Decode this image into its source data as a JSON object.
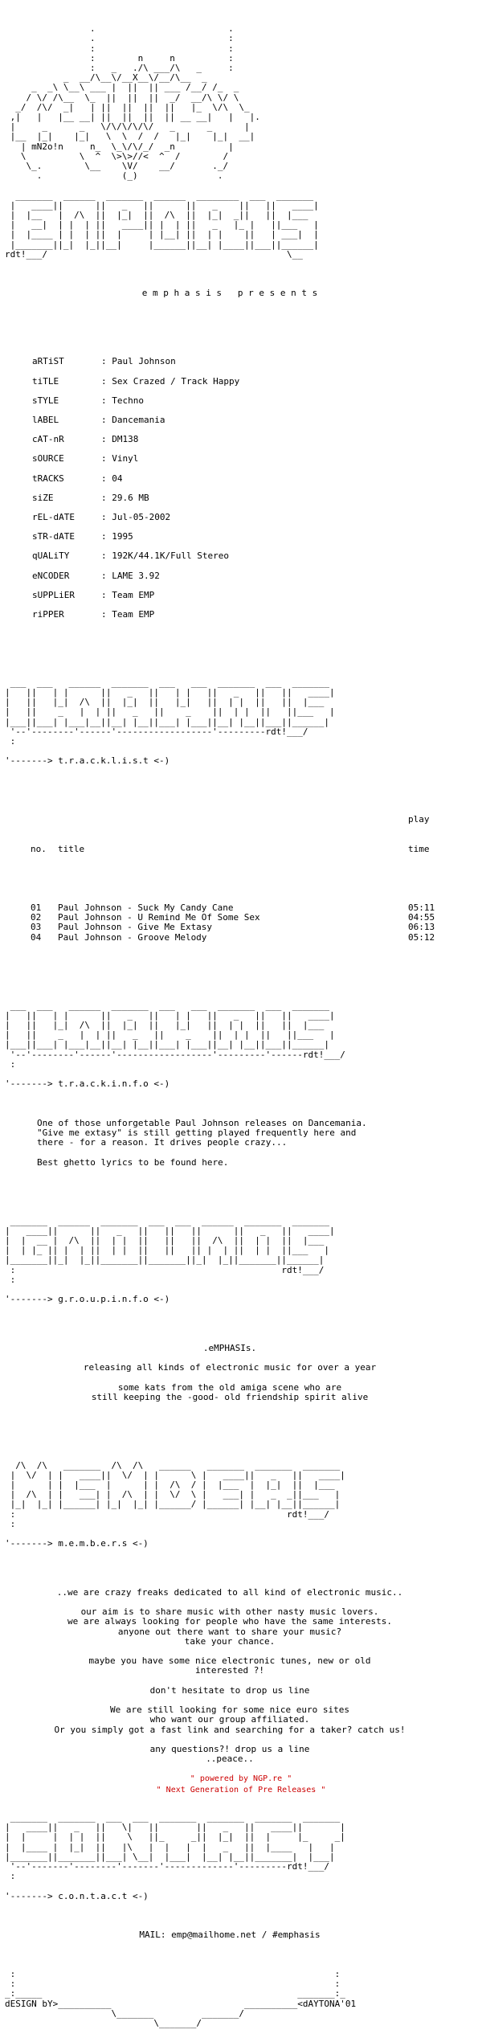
{
  "logo_art": "                .                         .\n                .                         :\n                :                         :\n                :        n     n          :\n                :   _   ./\\ ___/\\   _     :\n           _  __/\\__\\/__X__\\/__/\\__  _\n     _  _\\ \\__\\ ___ |  ||  || ___ /__/ /_  _\n    / \\/ /\\__  \\_  ||  ||  ||  _/  __/\\ \\/ \\\n  _/  /\\/  _|   | ||  ||  ||  ||   |_  \\/\\  \\_\n ,|   |   |__ __| ||  ||  ||  || __ __|   |   |.\n |     _      _   \\/\\/\\/\\/\\/   _      _      |\n |__  |_|    |_|   \\  \\  /  /   |_|    |_|  __|\n   | mN2o!n     n_  \\_\\/\\/_/  _n          |\n   \\          \\  ^  \\>\\>//<  ^  /        /\n    \\_.        \\__    \\V/    __/       ._/\n      .               (_)               .",
  "title_art": "  _______  ______  _______  ______  ________  ___  _______\n |   ____||      ||   _   ||      ||   _    ||   ||   ____|\n |  |__   |  /\\  ||  |_|  ||  /\\  ||  |_|  _||   ||  |___\n |   __|  | |  | ||   ____|| |  | ||   _   |_ |   ||___   |\n |  |____ | |  | ||  |     | |__| ||  | |    ||   | ___|  |\n |_______||_|  |_||__|     |______||__| |____||___||______|\nrdt!___/                                             \\__",
  "presents": "e m p h a s i s   p r e s e n t s",
  "release_info": [
    {
      "label": "aRTiST",
      "value": "Paul Johnson"
    },
    {
      "label": "tiTLE",
      "value": "Sex Crazed / Track Happy"
    },
    {
      "label": "sTYLE",
      "value": "Techno"
    },
    {
      "label": "lABEL",
      "value": "Dancemania"
    },
    {
      "label": "cAT-nR",
      "value": "DM138"
    },
    {
      "label": "sOURCE",
      "value": "Vinyl"
    },
    {
      "label": "tRACKS",
      "value": "04"
    },
    {
      "label": "siZE",
      "value": "29.6 MB"
    },
    {
      "label": "rEL-dATE",
      "value": "Jul-05-2002"
    },
    {
      "label": "sTR-dATE",
      "value": "1995"
    },
    {
      "label": "qUALiTY",
      "value": "192K/44.1K/Full Stereo"
    },
    {
      "label": "eNCODER",
      "value": "LAME 3.92"
    },
    {
      "label": "sUPPLiER",
      "value": "Team EMP"
    },
    {
      "label": "riPPER",
      "value": "Team EMP"
    }
  ],
  "tracklist_banner": " ___  ___   ______  _______  ___   ___  _______  ___  _______\n|   ||   | |      ||   _   ||   | |   ||   _   ||   ||   ____|\n|   ||   |_|  /\\  ||  |_|  ||   |_|   ||  | |  ||   ||  |___\n|   ||    _   |  | ||   _   ||    _    ||  | |  ||   ||___   |\n|___||___| |___|__||__| |__||___| |___||__| |__||___||______|\n '--'--------'------'------------------'---------rdt!___/\n :",
  "tracklist_heading": "'-------> t.r.a.c.k.l.i.s.t <-)",
  "tracks_header": {
    "no": "no.",
    "title": "title",
    "time_line1": "play",
    "time_line2": "time"
  },
  "tracks": [
    {
      "no": "01",
      "title": "Paul Johnson - Suck My Candy Cane",
      "time": "05:11"
    },
    {
      "no": "02",
      "title": "Paul Johnson - U Remind Me Of Some Sex",
      "time": "04:55"
    },
    {
      "no": "03",
      "title": "Paul Johnson - Give Me Extasy",
      "time": "06:13"
    },
    {
      "no": "04",
      "title": "Paul Johnson - Groove Melody",
      "time": "05:12"
    }
  ],
  "trackinfo_banner": " ___  ___   ______  _______  ___   ___  _______  ___  _______\n|   ||   | |      ||   _   ||   | |   ||   _   ||   ||   ____|\n|   ||   |_|  /\\  ||  |_|  ||   |_|   ||  | |  ||   ||  |___\n|   ||    _   |  | ||   _   ||    _    ||  | |  ||   ||___   |\n|___||___| |___|__||__| |__||___| |___||__| |__||___||______|\n '--'--------'------'------------------'---------'------rdt!___/\n :",
  "trackinfo_heading": "'-------> t.r.a.c.k.i.n.f.o <-)",
  "trackinfo_text": "One of those unforgetable Paul Johnson releases on Dancemania.\n\"Give me extasy\" is still getting played frequently here and\nthere - for a reason. It drives people crazy...\n\nBest ghetto lyrics to be found here.",
  "groupinfo_banner": " _______  ______  _______  ___  ___  ______  _______  _______\n|   ____||      ||   _   ||   ||   ||      ||   _   ||   ____|\n|  |  __ |  /\\  ||  | |  ||   ||   ||  /\\  ||  | |  ||  |___\n|  | |_ || |  | ||  | |  ||   ||   || |  | ||  | |  ||___   |\n|_______||_|  |_||_______||_______||_|  |_||_______||______|\n :                                                  rdt!___/\n :",
  "groupinfo_heading": "'-------> g.r.o.u.p.i.n.f.o <-)",
  "groupinfo_text": ".eMPHASIs.\n\nreleasing all kinds of electronic music for over a year\n\nsome kats from the old amiga scene who are\nstill keeping the -good- old friendship spirit alive",
  "members_banner": "  /\\  /\\   _______  /\\  /\\   ______   _______  _______  _______\n |  \\/  | |   ____||  \\/  | |      \\ |   ____||   _   ||   ____|\n |      | |  |___  |      | |  /\\  / |  |___  |  |_|  ||  |___\n |  /\\  | |   ___| |  /\\  | |  \\/  \\ |   ___| |   _  _||___   |\n |_|  |_| |______| |_|  |_| |______/ |______| |__| |__||______|\n :                                                   rdt!___/\n :",
  "members_heading": "'-------> m.e.m.b.e.r.s <-)",
  "members_text": "..we are crazy freaks dedicated to all kind of electronic music..\n\nour aim is to share music with other nasty music lovers.\nwe are always looking for people who have the same interests.\nanyone out there want to share your music?\ntake your chance.\n\nmaybe you have some nice electronic tunes, new or old\ninterested ?!\n\ndon't hesitate to drop us line\n\nWe are still looking for some nice euro sites\nwho want our group affiliated.\nOr you simply got a fast link and searching for a taker? catch us!\n\nany questions?! drop us a line\n..peace..",
  "contact_banner": " _______  _______  ___  ___  _______  _______  _______  _______\n|   ____||   _   ||   \\|   ||       ||   _   ||   ____||       |\n|  |     |  | |  ||    \\   ||_     _||  |_|  ||  |     |_     _|\n|  |____ |  |_|  ||   |\\   |  |   |  |   _   ||  |____   |   |\n|_______||_______||___| \\__|  |___|  |__| |__||_______|  |___|\n '--'-------'--------'-------'-------------'---------rdt!___/\n :",
  "contact_heading": "'-------> c.o.n.t.a.c.t <-)",
  "contact_mail": "MAIL: emp@mailhome.net / #emphasis",
  "closing_art": " :                                                            :\n :                                                            :\n_:_____                                                _______:_\ndESIGN bY>__________                         __________<dAYTONA'01\n                    \\_______         _______/\n                            \\_______/",
  "footer": {
    "powered": "\" powered by NGP.re \"",
    "tagline": "\" Next Generation of Pre Releases \""
  }
}
